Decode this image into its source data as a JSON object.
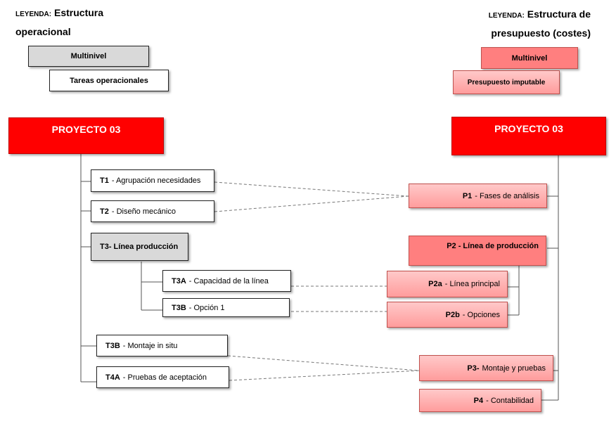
{
  "legend_left": {
    "prefix": "LEYENDA:",
    "title_line1": "Estructura",
    "title_line2": "operacional",
    "multinivel": "Multinivel",
    "tareas": "Tareas operacionales"
  },
  "legend_right": {
    "prefix": "LEYENDA:",
    "title_line1": "Estructura de",
    "title_line2": "presupuesto (costes)",
    "multinivel": "Multinivel",
    "presupuesto": "Presupuesto imputable"
  },
  "left": {
    "project": "PROYECTO 03",
    "t1_code": "T1",
    "t1_label": "- Agrupación necesidades",
    "t2_code": "T2",
    "t2_label": "- Diseño mecánico",
    "t3_label": "T3- Línea producción",
    "t3a_code": "T3A",
    "t3a_label": "- Capacidad de la línea",
    "t3b_code": "T3B",
    "t3b_label": "- Opción 1",
    "t3b2_code": "T3B",
    "t3b2_label": "- Montaje in situ",
    "t4a_code": "T4A",
    "t4a_label": "- Pruebas de aceptación"
  },
  "right": {
    "project": "PROYECTO 03",
    "p1_code": "P1",
    "p1_label": "- Fases de análisis",
    "p2_label": "P2 - Línea de producción",
    "p2a_code": "P2a",
    "p2a_label": "- Línea principal",
    "p2b_code": "P2b",
    "p2b_label": "- Opciones",
    "p3_code": "P3-",
    "p3_label": "Montaje y pruebas",
    "p4_code": "P4",
    "p4_label": "- Contabilidad"
  },
  "colors": {
    "project_red": "#ff0000",
    "multinivel_grey": "#d9d9d9",
    "budget_pink": "#ffb3b3",
    "budget_salmon": "#ff7f7f"
  }
}
